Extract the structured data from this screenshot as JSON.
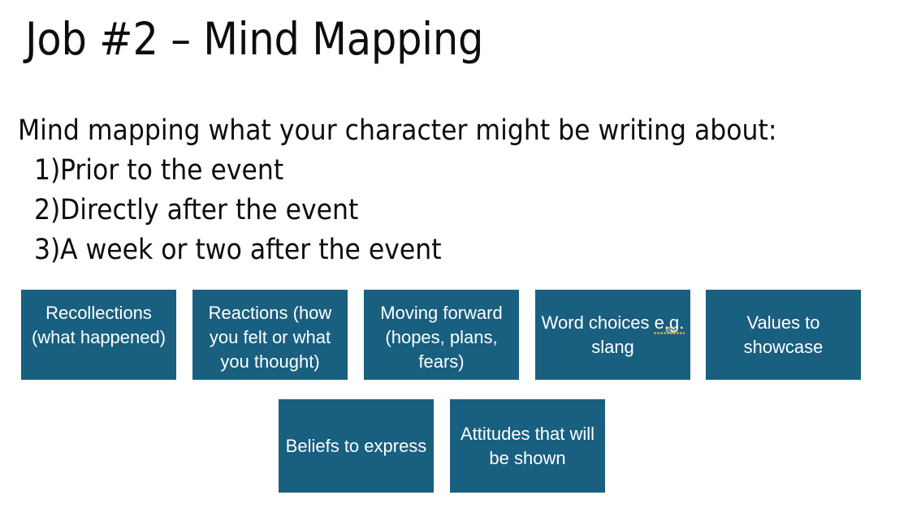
{
  "slide": {
    "title": "Job #2 – Mind Mapping",
    "background_color": "#FFFFFF",
    "text_color": "#0D0D0D",
    "box_color": "#195F7F",
    "box_text_color": "#FFFFFF",
    "smarttag_color": "#C9A14A"
  },
  "body": {
    "lead": "Mind mapping what your character might be writing about:",
    "list": [
      {
        "marker": "1)",
        "text": "Prior to the event"
      },
      {
        "marker": "2)",
        "text": "Directly after the event"
      },
      {
        "marker": "3)",
        "text": "A week or two after the event"
      }
    ]
  },
  "boxes": {
    "row1": [
      {
        "id": "recollections",
        "label": "Recollections (what happened)"
      },
      {
        "id": "reactions",
        "label": "Reactions (how you felt or what you thought)"
      },
      {
        "id": "moving-forward",
        "label": "Moving forward (hopes, plans, fears)"
      },
      {
        "id": "word-choices",
        "label_before": "Word choices ",
        "label_tag": "e.g.",
        "label_after": " slang",
        "full_label": "Word choices e.g. slang"
      },
      {
        "id": "values",
        "label": "Values to showcase"
      }
    ],
    "row2": [
      {
        "id": "beliefs",
        "label": "Beliefs to express"
      },
      {
        "id": "attitudes",
        "label": "Attitudes that will be shown"
      }
    ]
  }
}
